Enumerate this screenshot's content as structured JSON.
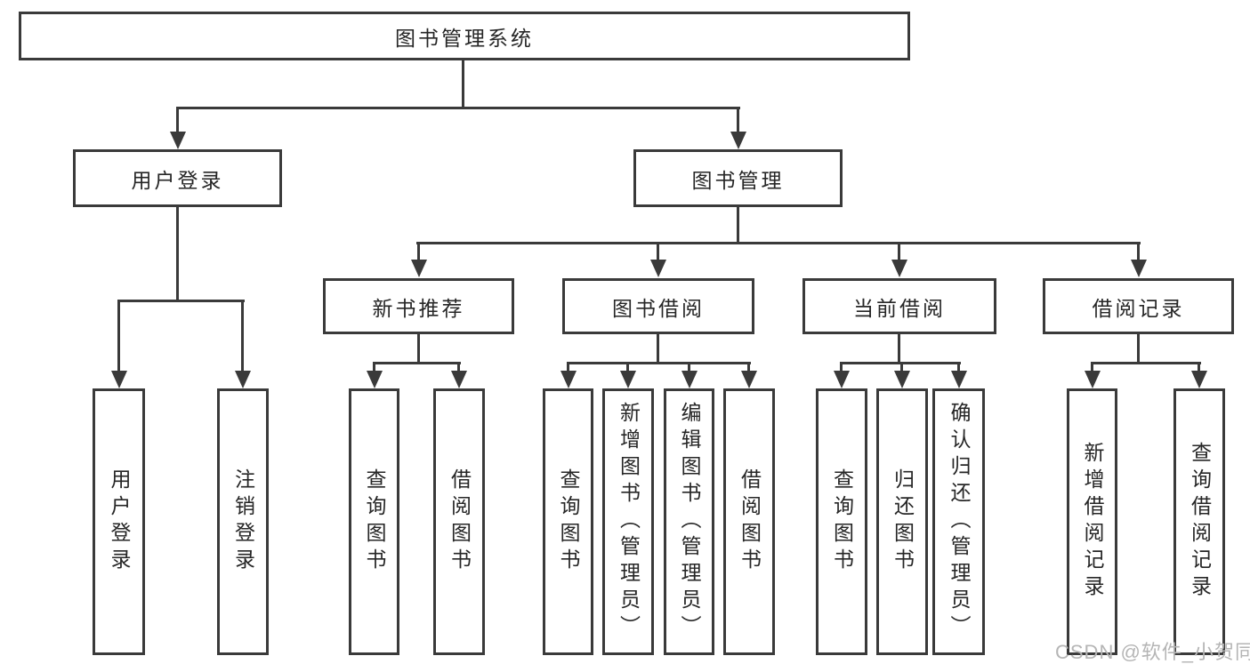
{
  "title": {
    "label": "图书管理系统"
  },
  "level2": {
    "user_login": "用户登录",
    "book_management": "图书管理"
  },
  "level3": {
    "new_book_recommend": "新书推荐",
    "book_borrow": "图书借阅",
    "current_borrow": "当前借阅",
    "borrow_records": "借阅记录"
  },
  "leaves": {
    "user_login": "用户登录",
    "logout": "注销登录",
    "nb_query_books": "查询图书",
    "nb_borrow_books": "借阅图书",
    "bb_query_books": "查询图书",
    "bb_add_books_admin": "新增图书（管理员）",
    "bb_edit_books_admin": "编辑图书（管理员）",
    "bb_borrow_books": "借阅图书",
    "cb_query_books": "查询图书",
    "cb_return_books": "归还图书",
    "cb_confirm_return_admin": "确认归还（管理员）",
    "br_add_record": "新增借阅记录",
    "br_query_record": "查询借阅记录"
  },
  "watermark": "CSDN @软件_小贺同学",
  "colors": {
    "line": "#3a3a3a",
    "text": "#262626",
    "background": "#ffffff",
    "watermark": "#b5b5b5"
  }
}
